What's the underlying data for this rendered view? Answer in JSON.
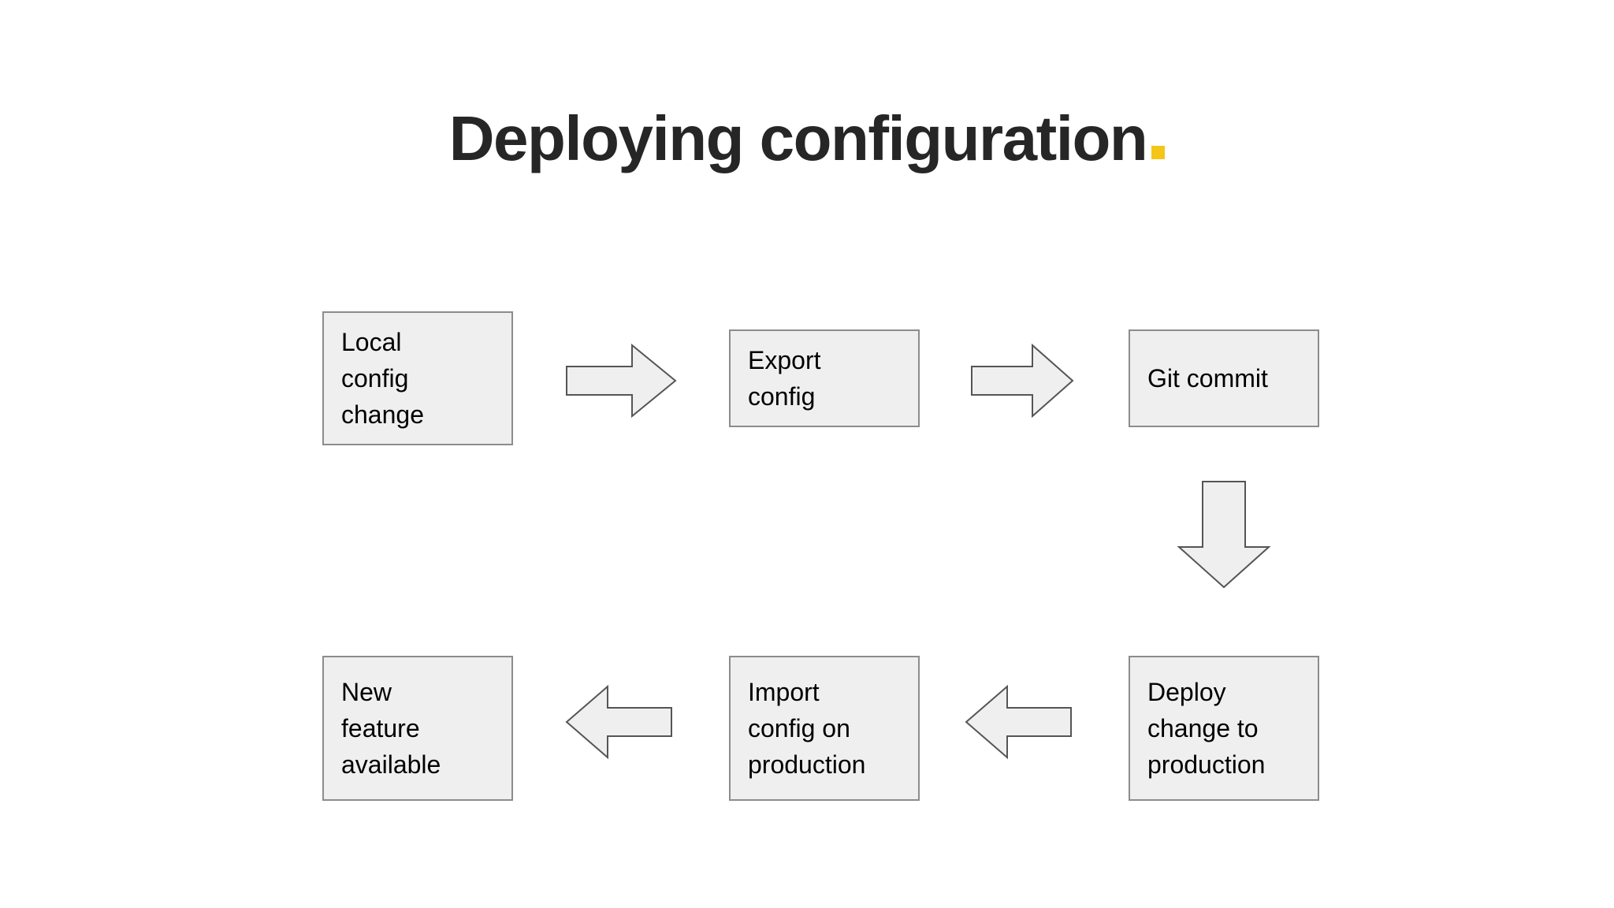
{
  "slide": {
    "title": "Deploying configuration",
    "title_accent_char": ".",
    "accent_color": "#F5C518",
    "title_color": "#262626",
    "background_color": "#FFFFFF"
  },
  "diagram": {
    "type": "flowchart",
    "box_fill_color": "#EFEFEF",
    "box_border_color": "#8C8C8C",
    "arrow_fill_color": "#EFEFEF",
    "arrow_border_color": "#555555",
    "nodes": [
      {
        "id": "local-config-change",
        "label": "Local\nconfig\nchange",
        "row": "top",
        "column": 1
      },
      {
        "id": "export-config",
        "label": "Export\nconfig",
        "row": "top",
        "column": 2
      },
      {
        "id": "git-commit",
        "label": "Git commit",
        "row": "top",
        "column": 3
      },
      {
        "id": "deploy-change-to-production",
        "label": "Deploy\nchange to\nproduction",
        "row": "bottom",
        "column": 3
      },
      {
        "id": "import-config-on-production",
        "label": "Import\nconfig on\nproduction",
        "row": "bottom",
        "column": 2
      },
      {
        "id": "new-feature-available",
        "label": "New\nfeature\navailable",
        "row": "bottom",
        "column": 1
      }
    ],
    "edges": [
      {
        "id": "local-to-export",
        "from": "local-config-change",
        "to": "export-config",
        "direction": "right"
      },
      {
        "id": "export-to-git",
        "from": "export-config",
        "to": "git-commit",
        "direction": "right"
      },
      {
        "id": "git-to-deploy",
        "from": "git-commit",
        "to": "deploy-change-to-production",
        "direction": "down"
      },
      {
        "id": "deploy-to-import",
        "from": "deploy-change-to-production",
        "to": "import-config-on-production",
        "direction": "left"
      },
      {
        "id": "import-to-new",
        "from": "import-config-on-production",
        "to": "new-feature-available",
        "direction": "left"
      }
    ]
  }
}
